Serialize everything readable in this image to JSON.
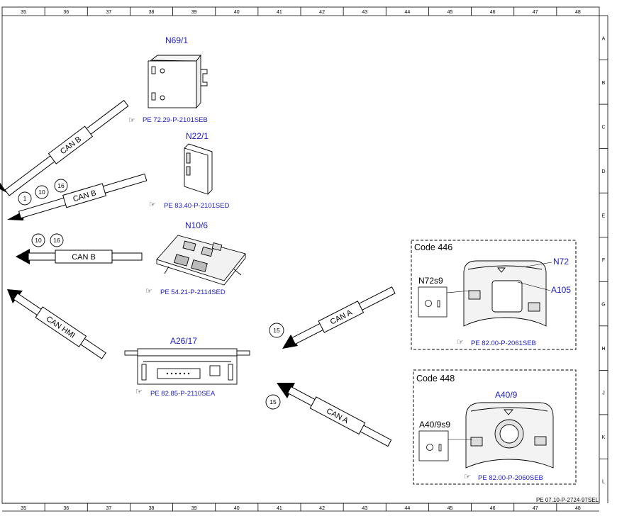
{
  "ruler": {
    "columns": [
      "35",
      "36",
      "37",
      "38",
      "39",
      "40",
      "41",
      "42",
      "43",
      "44",
      "45",
      "46",
      "47",
      "48"
    ],
    "rows": [
      "A",
      "B",
      "C",
      "D",
      "E",
      "F",
      "G",
      "H",
      "J",
      "K",
      "L"
    ]
  },
  "components": {
    "n69_1": {
      "label": "N69/1",
      "ref": "PE 72.29-P-2101SEB"
    },
    "n22_1": {
      "label": "N22/1",
      "ref": "PE 83.40-P-2101SED"
    },
    "n10_6": {
      "label": "N10/6",
      "ref": "PE 54.21-P-2114SED"
    },
    "a26_17": {
      "label": "A26/17",
      "ref": "PE 82.85-P-2110SEA"
    }
  },
  "buses": {
    "can_b_1": "CAN B",
    "can_b_2": "CAN B",
    "can_b_3": "CAN B",
    "can_hmi": "CAN HMI",
    "can_a_1": "CAN A",
    "can_a_2": "CAN A"
  },
  "connectors": {
    "c1": "1",
    "c10a": "10",
    "c16a": "16",
    "c10b": "10",
    "c16b": "16",
    "c15a": "15",
    "c15b": "15"
  },
  "box446": {
    "code": "Code 446",
    "switch": "N72s9",
    "unit": "N72",
    "sub": "A105",
    "ref": "PE 82.00-P-2061SEB"
  },
  "box448": {
    "code": "Code 448",
    "switch": "A40/9s9",
    "unit": "A40/9",
    "ref": "PE 82.00-P-2060SEB"
  },
  "doc_id": "PE 07.10-P-2724-97SEL",
  "colors": {
    "link": "#1a1acc",
    "line": "#000000"
  }
}
